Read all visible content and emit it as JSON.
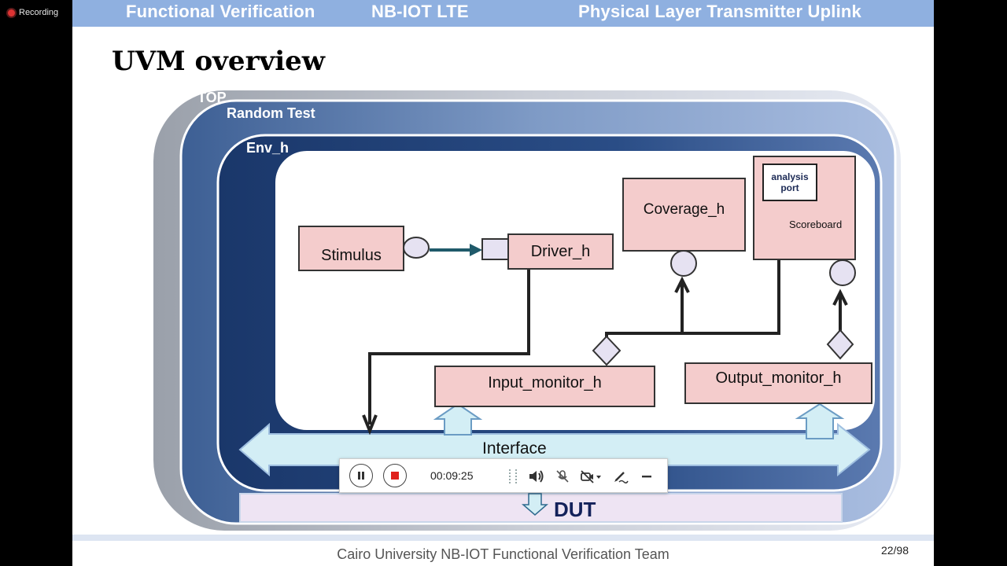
{
  "recording": {
    "label": "Recording"
  },
  "header": {
    "left": "Functional Verification",
    "center": "NB-IOT LTE",
    "right": "Physical Layer Transmitter Uplink"
  },
  "slide": {
    "title": "UVM overview",
    "footer": "Cairo University NB-IOT Functional Verification Team",
    "page": "22/98"
  },
  "diagram": {
    "top_label": "TOP",
    "test_label": "Random Test",
    "env_label": "Env_h",
    "stimulus": "Stimulus",
    "driver": "Driver_h",
    "coverage": "Coverage_h",
    "analysis_port": "analysis port",
    "scoreboard": "Scoreboard",
    "input_monitor": "Input_monitor_h",
    "output_monitor": "Output_monitor_h",
    "interface": "Interface",
    "dut": "DUT"
  },
  "toolbar": {
    "time": "00:09:25",
    "icons": [
      "pause-icon",
      "stop-icon",
      "volume-icon",
      "mic-off-icon",
      "camera-off-icon",
      "annotate-icon",
      "minimize-icon"
    ]
  },
  "colors": {
    "header_bg": "#8fb0e0",
    "box_fill": "#f4cccc",
    "env_dark": "#1c3b6e",
    "interface_arrow": "#d3eef5",
    "dut_fill": "#eee4f3",
    "stop_red": "#e0201b"
  }
}
